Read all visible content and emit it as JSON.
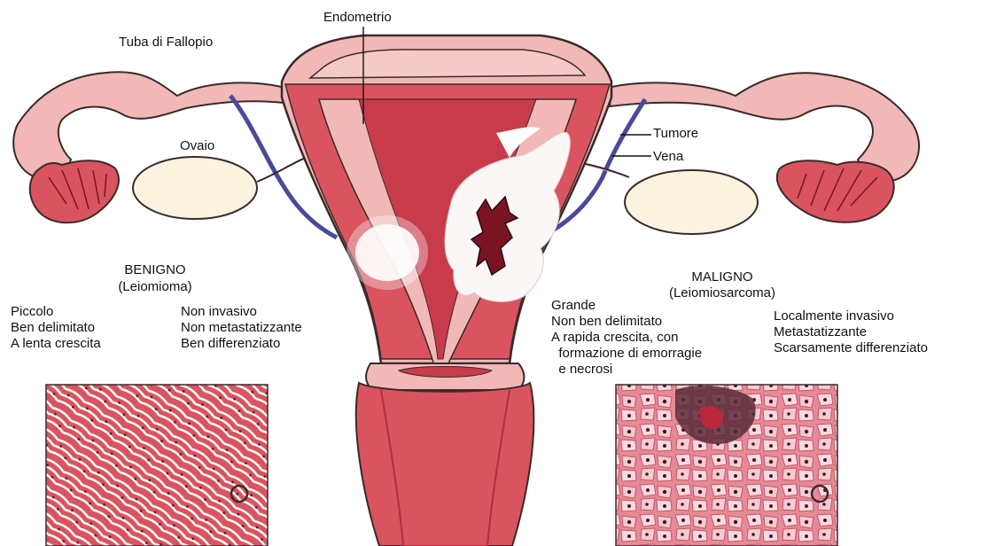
{
  "labels": {
    "endometrio": "Endometrio",
    "tuba": "Tuba di Fallopio",
    "ovaio": "Ovaio",
    "tumore": "Tumore",
    "vena": "Vena"
  },
  "benigno": {
    "title": "BENIGNO",
    "subtitle": "(Leiomioma)",
    "col1": [
      "Piccolo",
      "Ben delimitato",
      "A lenta crescita"
    ],
    "col2": [
      "Non invasivo",
      "Non metastatizzante",
      "Ben differenziato"
    ]
  },
  "maligno": {
    "title": "MALIGNO",
    "subtitle": "(Leiomiosarcoma)",
    "col1": [
      "Grande",
      "Non ben delimitato",
      "A rapida crescita, con",
      "  formazione di emorragie",
      "  e necrosi"
    ],
    "col2": [
      "Localmente invasivo",
      "Metastatizzante",
      "Scarsamente differenziato"
    ]
  },
  "colors": {
    "tissue_pink": "#f2b8b8",
    "tissue_red": "#d9545e",
    "dark_red": "#b8283a",
    "outline": "#3a2a2a",
    "ovary": "#fbf3df",
    "vein": "#4a4a9a",
    "hemorrhage": "#7a1420"
  }
}
